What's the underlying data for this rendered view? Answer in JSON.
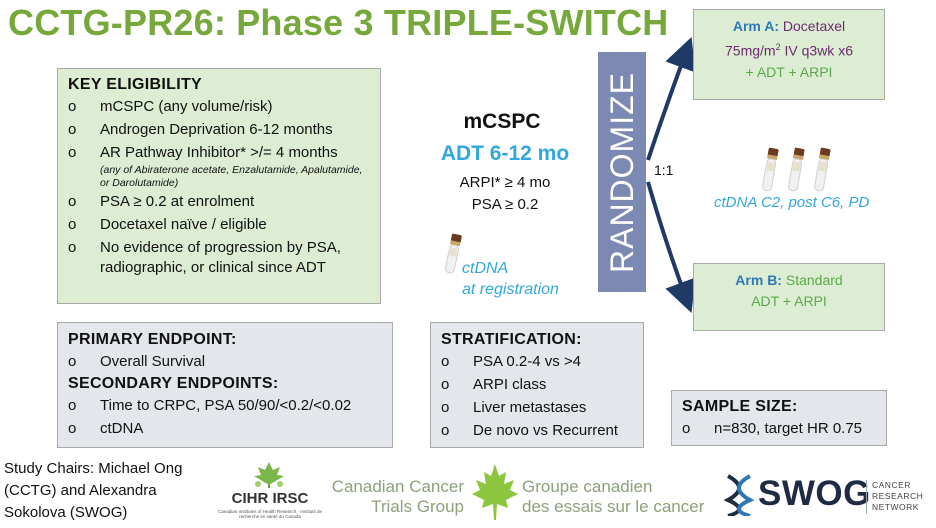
{
  "title": "CCTG-PR26: Phase 3 TRIPLE-SWITCH",
  "eligibility": {
    "heading": "KEY ELIGIBILITY",
    "bullet": "o",
    "items": [
      "mCSPC (any volume/risk)",
      "Androgen Deprivation 6-12 months",
      "AR Pathway Inhibitor* >/= 4 months",
      "PSA ≥ 0.2 at enrolment",
      "Docetaxel naïve / eligible",
      "No evidence of progression by PSA, radiographic, or clinical since ADT"
    ],
    "arpi_note": "(any of Abiraterone acetate, Enzalutamide, Apalutamide, or Darolutamide)"
  },
  "endpoints": {
    "primary_heading": "PRIMARY ENDPOINT:",
    "primary_items": [
      "Overall Survival"
    ],
    "secondary_heading": "SECONDARY ENDPOINTS:",
    "secondary_items": [
      "Time to CRPC, PSA 50/90/<0.2/<0.02",
      "ctDNA"
    ]
  },
  "center": {
    "population": "mCSPC",
    "adt": "ADT 6-12 mo",
    "arpi": "ARPI* ≥ 4 mo",
    "psa": "PSA ≥ 0.2",
    "ctdna_line1": "ctDNA",
    "ctdna_line2": "at registration"
  },
  "randomize": {
    "label": "RANDOMIZE",
    "ratio": "1:1",
    "bar_color": "#7c8ab3"
  },
  "arm_a": {
    "label": "Arm A:",
    "drug": "Docetaxel",
    "dose_prefix": "75mg/m",
    "dose_sup": "2",
    "dose_suffix": " IV q3wk x6",
    "addon": "+ ADT + ARPI"
  },
  "arm_b": {
    "label": "Arm B:",
    "name": "Standard",
    "therapy": "ADT + ARPI"
  },
  "ctdna_timepoints": "ctDNA C2, post C6, PD",
  "stratification": {
    "heading": "STRATIFICATION:",
    "items": [
      "PSA 0.2-4 vs >4",
      "ARPI class",
      "Liver metastases",
      "De novo vs Recurrent"
    ]
  },
  "sample_size": {
    "heading": "SAMPLE SIZE:",
    "items": [
      "n=830, target HR 0.75"
    ]
  },
  "footer": {
    "chairs": "Study Chairs: Michael Ong (CCTG) and Alexandra Sokolova (SWOG)",
    "cihr_name": "CIHR IRSC",
    "cihr_sub": "Canadian Institutes of Health Research · Instituts de recherche en santé du Canada",
    "cctg_en_1": "Canadian Cancer",
    "cctg_en_2": "Trials Group",
    "cctg_fr_1": "Groupe canadien",
    "cctg_fr_2": "des essais sur le cancer",
    "swog": "SWOG",
    "swog_sub_1": "CANCER",
    "swog_sub_2": "RESEARCH",
    "swog_sub_3": "NETWORK"
  },
  "colors": {
    "title_green": "#77a83c",
    "box_green": "#dcedd4",
    "box_grey": "#e3e6ea",
    "accent_blue": "#32a7df",
    "arrow_navy": "#1f3a66"
  }
}
